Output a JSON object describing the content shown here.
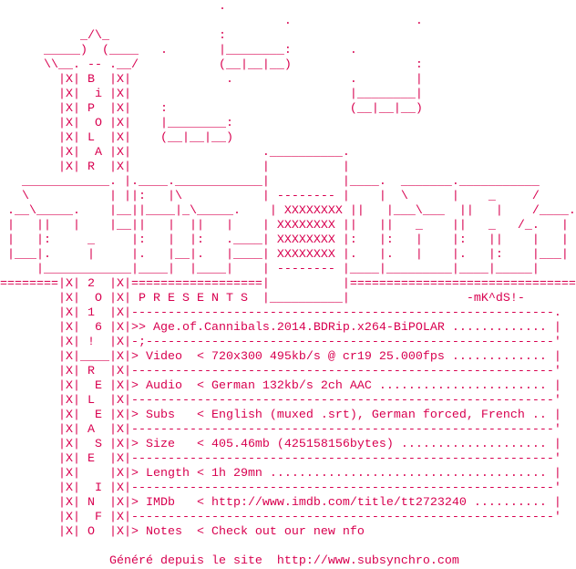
{
  "accent_color": "#d8004f",
  "lines": [
    "                              .",
    "                                       .                 .",
    "           _/\\_               :",
    "      _____)  (____   .       |________:        .",
    "      \\\\__. -- .__/           (__|__|__)                 :",
    "        |X| B  |X|             .                .        |",
    "        |X|  i |X|                              |________|",
    "        |X| P  |X|    :                         (__|__|__)",
    "        |X|  O |X|    |________:",
    "        |X| L  |X|    (__|__|__)",
    "        |X|  A |X|                  .__________.",
    "        |X| R  |X|                  |          |",
    "   ____________. |.____.____________|          |____.  _______.___________",
    "   \\           | ||:   |\\           | -------- |    |  \\      |    _     /",
    " .__\\_____.    |__||____|_\\_____.    | XXXXXXXX ||   |___\\___  ||   |    /____.",
    " |   ||   |    |__||   |  ||   |    | XXXXXXXX ||   ||   _    ||   _   /_.   |",
    " |   |:     _     |:   |  |:   .____| XXXXXXXX |:   |:   |    |:   ||    |   |",
    " |___|.     |     |.   |__|.   |____| XXXXXXXX |.   |.   |    |.   |:    |___|",
    "     |____________|____|  |____|    | -------- |____|_________|____|_____|",
    "========|X| 2  |X|==================|          |===============================",
    "        |X|  O |X| P R E S E N T S  |__________|                -mK^dS!-",
    "        |X| 1  |X|----------------------------------------------------------.",
    "        |X|  6 |X|>> Age.of.Cannibals.2014.BDRip.x264-BiPOLAR ............. |",
    "        |X| !  |X|-;--------------------------------------------------------'",
    "        |X|____|X|> Video  < 720x300 495kb/s @ cr19 25.000fps ............. |",
    "        |X| R  |X|----------------------------------------------------------'",
    "        |X|  E |X|> Audio  < German 132kb/s 2ch AAC ....................... |",
    "        |X| L  |X|----------------------------------------------------------'",
    "        |X|  E |X|> Subs   < English (muxed .srt), German forced, French .. |",
    "        |X| A  |X|----------------------------------------------------------'",
    "        |X|  S |X|> Size   < 405.46mb (425158156bytes) .................... |",
    "        |X| E  |X|----------------------------------------------------------'",
    "        |X|    |X|> Length < 1h 29mn ...................................... |",
    "        |X|  I |X|----------------------------------------------------------'",
    "        |X| N  |X|> IMDb   < http://www.imdb.com/title/tt2723240 .......... |",
    "        |X|  F |X|----------------------------------------------------------'",
    "        |X| O  |X|> Notes  < Check out our new nfo",
    "",
    "               Généré depuis le site  http://www.subsynchro.com"
  ]
}
